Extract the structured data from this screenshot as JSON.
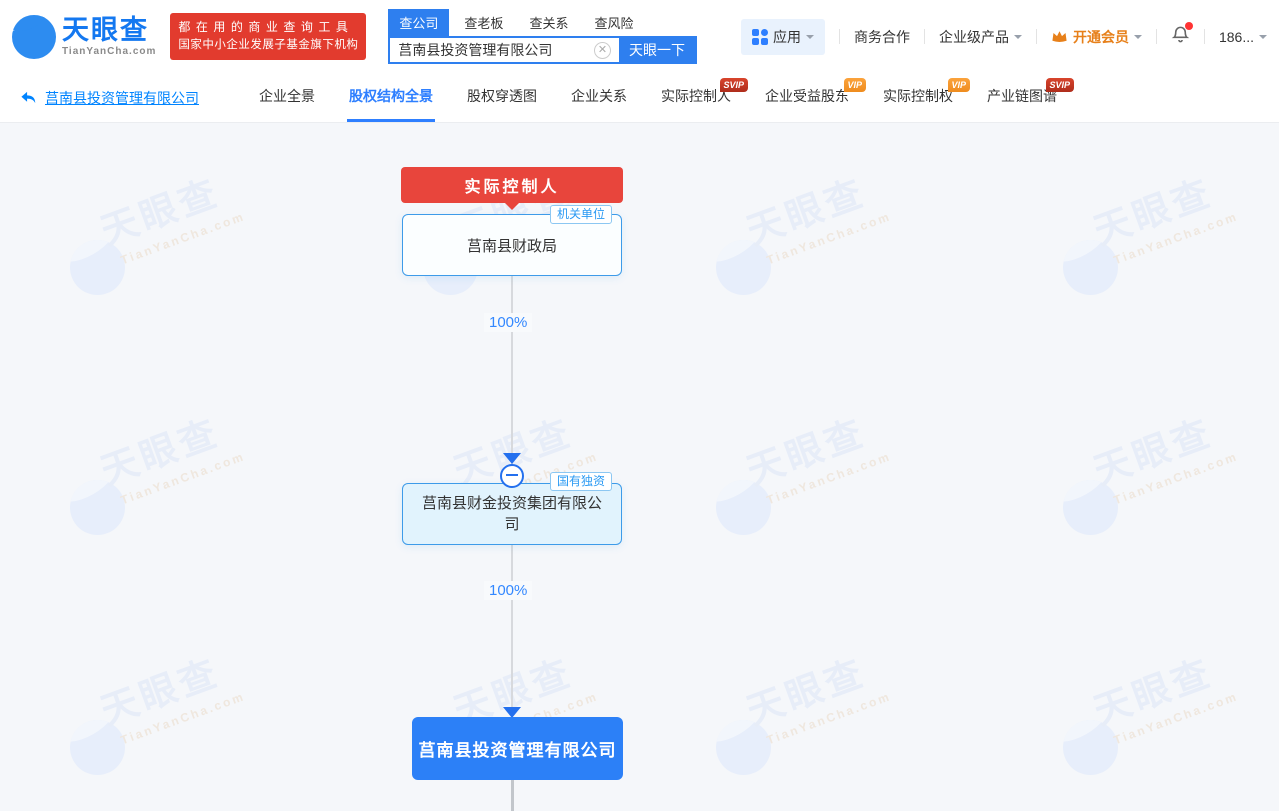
{
  "header": {
    "logo": {
      "name": "天眼查",
      "domain": "TianYanCha.com"
    },
    "slogan": {
      "line1": "都在用的商业查询工具",
      "line2": "国家中小企业发展子基金旗下机构"
    },
    "search": {
      "tabs": [
        {
          "label": "查公司",
          "active": true
        },
        {
          "label": "查老板",
          "active": false
        },
        {
          "label": "查关系",
          "active": false
        },
        {
          "label": "查风险",
          "active": false
        }
      ],
      "value": "莒南县投资管理有限公司",
      "clear_icon": "✕",
      "button": "天眼一下"
    },
    "menu": {
      "apps": "应用",
      "business": "商务合作",
      "enterprise": "企业级产品",
      "vip": "开通会员",
      "account": "186..."
    }
  },
  "nav": {
    "company": "莒南县投资管理有限公司",
    "tabs": [
      {
        "label": "企业全景",
        "active": false,
        "badge": ""
      },
      {
        "label": "股权结构全景",
        "active": true,
        "badge": ""
      },
      {
        "label": "股权穿透图",
        "active": false,
        "badge": ""
      },
      {
        "label": "企业关系",
        "active": false,
        "badge": ""
      },
      {
        "label": "实际控制人",
        "active": false,
        "badge": "SVIP"
      },
      {
        "label": "企业受益股东",
        "active": false,
        "badge": "VIP"
      },
      {
        "label": "实际控制权",
        "active": false,
        "badge": "VIP"
      },
      {
        "label": "产业链图谱",
        "active": false,
        "badge": "SVIP"
      }
    ]
  },
  "diagram": {
    "controller_label": "实际控制人",
    "nodes": [
      {
        "name": "莒南县财政局",
        "tag": "机关单位",
        "role": "actual-controller"
      },
      {
        "name": "莒南县财金投资集团有限公司",
        "tag": "国有独资",
        "role": "intermediate-shareholder"
      },
      {
        "name": "莒南县投资管理有限公司",
        "tag": "",
        "role": "target-company"
      }
    ],
    "edges": [
      {
        "percent": "100%"
      },
      {
        "percent": "100%"
      }
    ]
  },
  "watermark": {
    "text": "天眼查",
    "domain": "TianYanCha.com"
  },
  "colors": {
    "accent_blue": "#2e7fff",
    "controller_red": "#e8453c",
    "vip_orange": "#e7801a",
    "target_node_blue": "#2c80f7",
    "node_border_blue": "#3d9be9"
  }
}
